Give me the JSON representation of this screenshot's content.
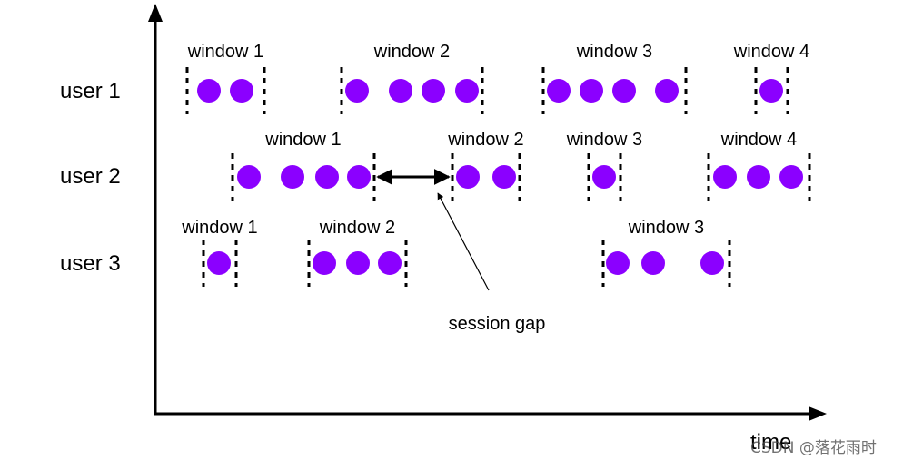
{
  "colors": {
    "event": "#8B00FF",
    "line": "#000000",
    "watermark": "#444444"
  },
  "axis": {
    "x_label": "time"
  },
  "annotation": {
    "session_gap_label": "session gap"
  },
  "watermark": "CSDN @落花雨时",
  "users": [
    {
      "label": "user 1",
      "windows": [
        {
          "label": "window 1",
          "events": 2
        },
        {
          "label": "window 2",
          "events": 4
        },
        {
          "label": "window 3",
          "events": 4
        },
        {
          "label": "window 4",
          "events": 1
        }
      ]
    },
    {
      "label": "user 2",
      "windows": [
        {
          "label": "window 1",
          "events": 4
        },
        {
          "label": "window 2",
          "events": 2
        },
        {
          "label": "window 3",
          "events": 1
        },
        {
          "label": "window 4",
          "events": 3
        }
      ]
    },
    {
      "label": "user 3",
      "windows": [
        {
          "label": "window 1",
          "events": 1
        },
        {
          "label": "window 2",
          "events": 3
        },
        {
          "label": "window 3",
          "events": 3
        }
      ]
    }
  ]
}
